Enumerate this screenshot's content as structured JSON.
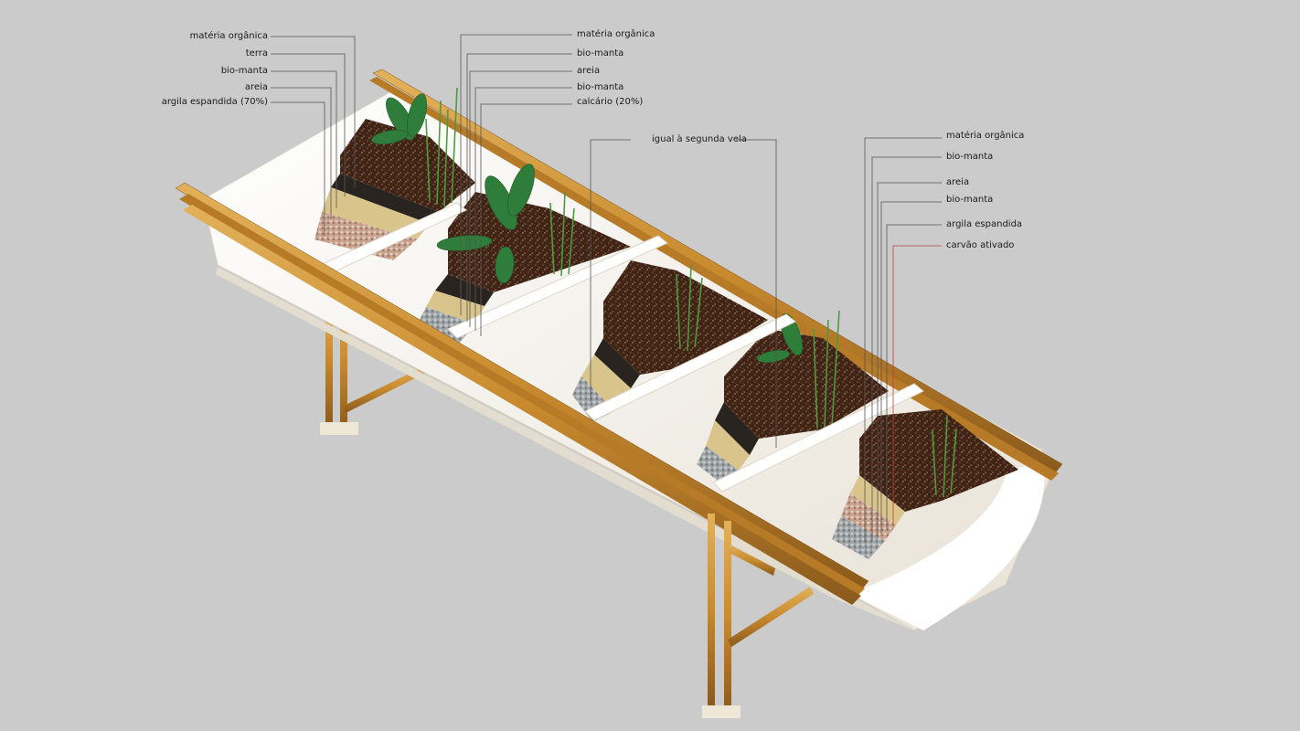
{
  "diagram": {
    "groups": [
      {
        "id": "left",
        "labels": [
          "matéria orgânica",
          "terra",
          "bio-manta",
          "areia",
          "argila espandida (70%)"
        ]
      },
      {
        "id": "second",
        "labels": [
          "matéria orgânica",
          "bio-manta",
          "areia",
          "bio-manta",
          "calcário (20%)"
        ]
      },
      {
        "id": "middle",
        "labels": [
          "igual à segunda vela"
        ]
      },
      {
        "id": "right",
        "labels": [
          "matéria orgânica",
          "bio-manta",
          "areia",
          "bio-manta",
          "argila espandida",
          "carvão ativado"
        ]
      }
    ],
    "colors": {
      "background": "#cbcbcb",
      "bamboo": "#c98a2e",
      "trough": "#f4f1ec",
      "soil": "#4a2a1c",
      "geotextile": "#2a2420",
      "sand": "#d9c48c",
      "plant": "#2f7d3a",
      "leader": "#555555",
      "leader_red": "#b2473e"
    }
  }
}
